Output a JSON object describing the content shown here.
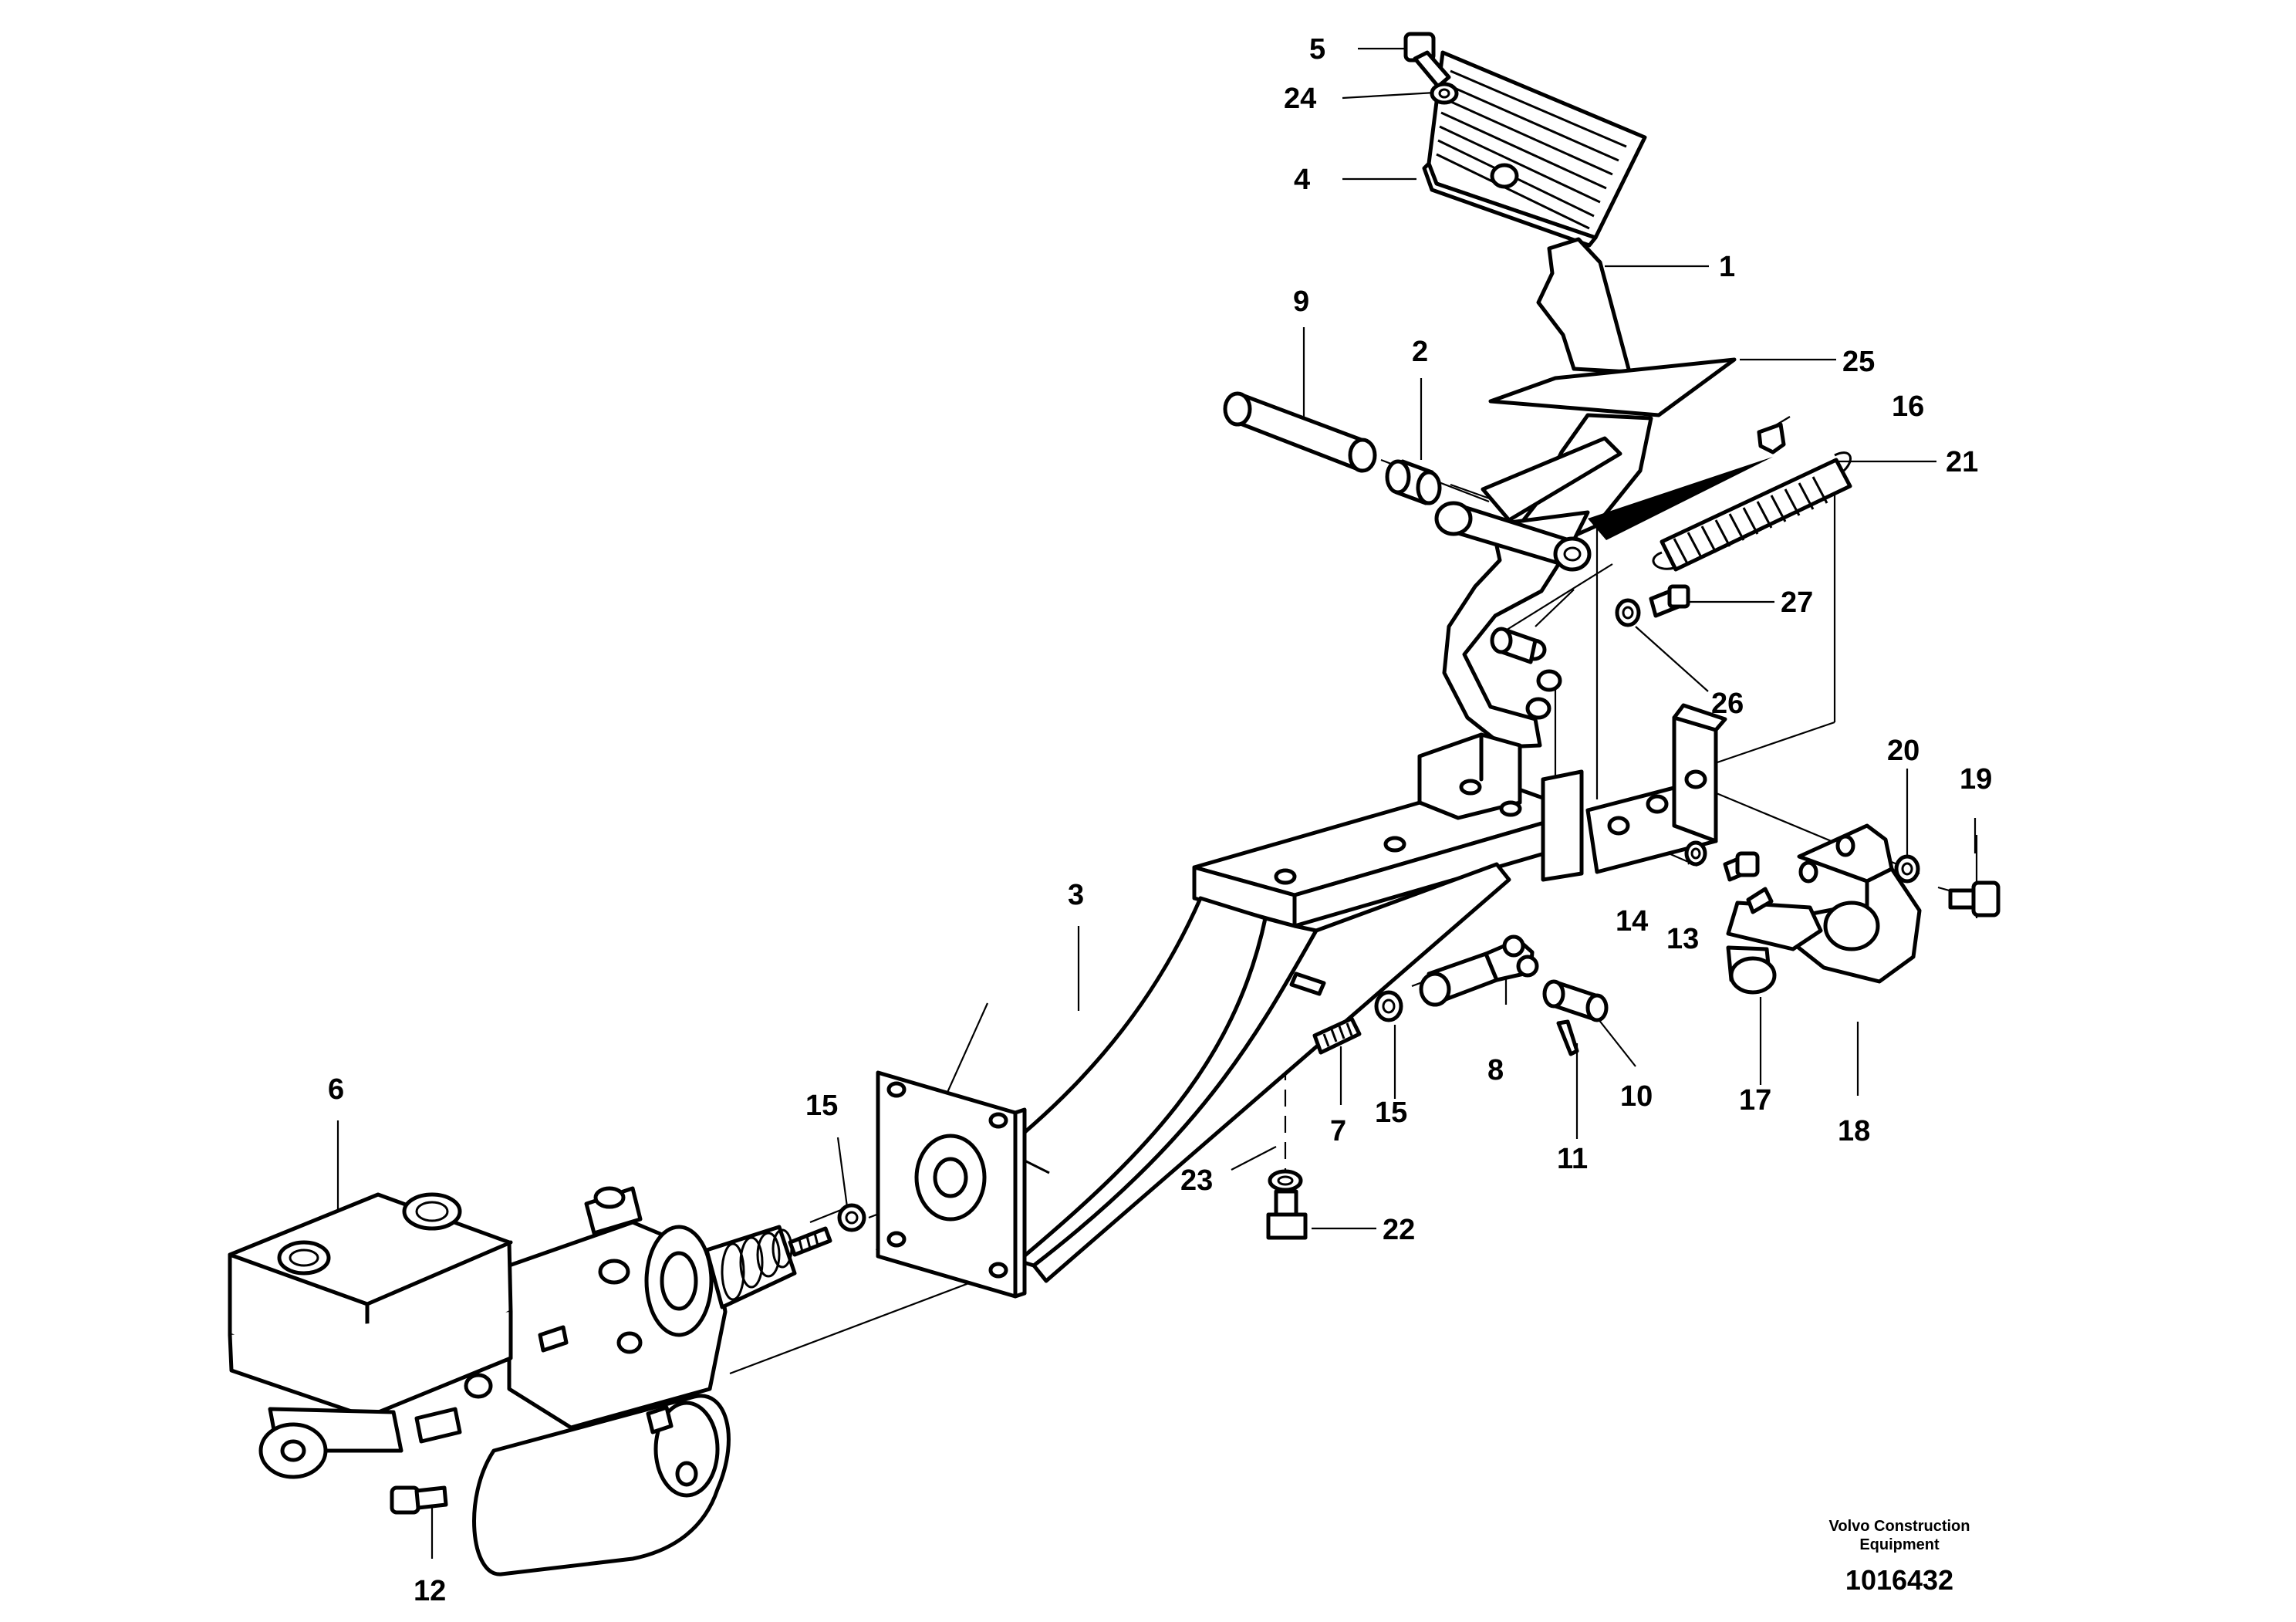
{
  "callouts": [
    {
      "id": "5",
      "text": "5"
    },
    {
      "id": "24",
      "text": "24"
    },
    {
      "id": "4",
      "text": "4"
    },
    {
      "id": "1",
      "text": "1"
    },
    {
      "id": "9",
      "text": "9"
    },
    {
      "id": "2",
      "text": "2"
    },
    {
      "id": "25",
      "text": "25"
    },
    {
      "id": "16",
      "text": "16"
    },
    {
      "id": "21",
      "text": "21"
    },
    {
      "id": "27",
      "text": "27"
    },
    {
      "id": "26",
      "text": "26"
    },
    {
      "id": "20",
      "text": "20"
    },
    {
      "id": "19",
      "text": "19"
    },
    {
      "id": "14",
      "text": "14"
    },
    {
      "id": "13",
      "text": "13"
    },
    {
      "id": "3",
      "text": "3"
    },
    {
      "id": "8",
      "text": "8"
    },
    {
      "id": "10",
      "text": "10"
    },
    {
      "id": "17",
      "text": "17"
    },
    {
      "id": "18",
      "text": "18"
    },
    {
      "id": "6",
      "text": "6"
    },
    {
      "id": "15a",
      "text": "15"
    },
    {
      "id": "7",
      "text": "7"
    },
    {
      "id": "15b",
      "text": "15"
    },
    {
      "id": "11",
      "text": "11"
    },
    {
      "id": "23",
      "text": "23"
    },
    {
      "id": "22",
      "text": "22"
    },
    {
      "id": "12",
      "text": "12"
    }
  ],
  "footer": {
    "brand_line1": "Volvo Construction",
    "brand_line2": "Equipment",
    "document_number": "1016432"
  }
}
